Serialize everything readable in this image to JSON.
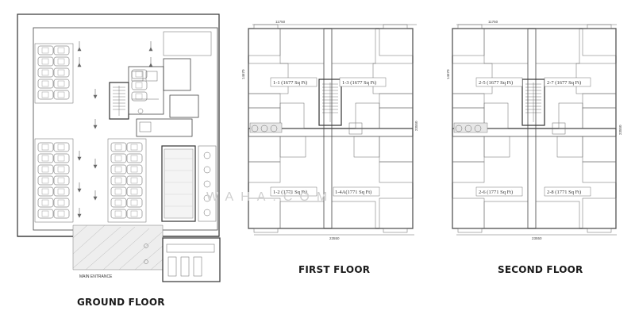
{
  "watermark": "WAHA.COM",
  "ground_floor": {
    "caption": "GROUND FLOOR",
    "entrance_label": "MAIN ENTRANCE"
  },
  "first_floor": {
    "caption": "FIRST FLOOR",
    "width_dim": "11750",
    "total_dim": "23550",
    "left_dim": "14670",
    "right_dim": "23550",
    "units": [
      "1-1 (1677 Sq Ft)",
      "1-3 (1677 Sq Ft)",
      "1-2 (1771 Sq Ft)",
      "1-4A(1771 Sq Ft)"
    ]
  },
  "second_floor": {
    "caption": "SECOND FLOOR",
    "width_dim": "11750",
    "total_dim": "23550",
    "left_dim": "14670",
    "right_dim": "23550",
    "units": [
      "2-5 (1677 Sq Ft)",
      "2-7 (1677 Sq Ft)",
      "2-6 (1771 Sq Ft)",
      "2-8 (1771 Sq Ft)"
    ]
  }
}
